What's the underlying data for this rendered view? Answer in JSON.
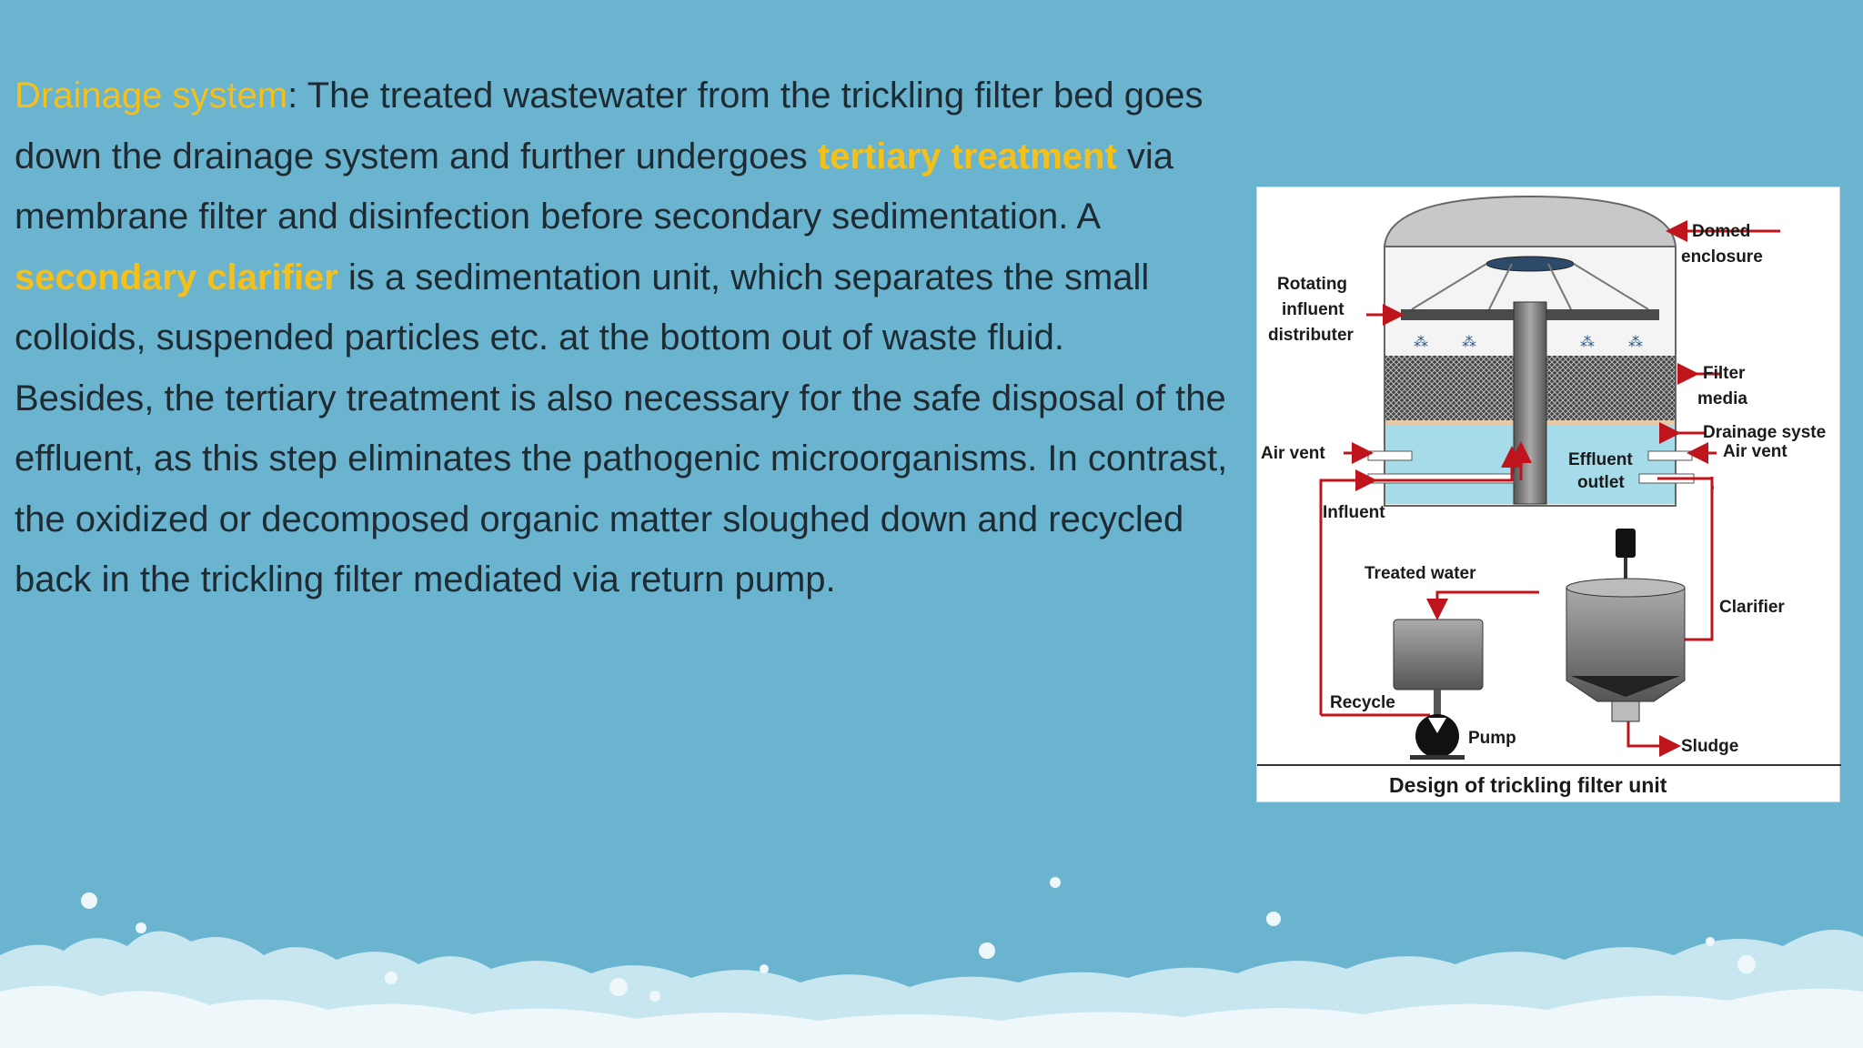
{
  "paragraph1": {
    "term1": "Drainage system",
    "t1": ": The treated wastewater from the trickling filter bed goes down the drainage system and further undergoes ",
    "term2": "tertiary treatment",
    "t2": " via membrane filter and disinfection before secondary sedimentation. A ",
    "term3": "secondary clarifier",
    "t3": " is a sedimentation unit, which separates the small colloids, suspended particles etc. at the bottom out of waste fluid."
  },
  "paragraph2": "Besides, the tertiary treatment is also necessary for the safe disposal of the effluent, as this step eliminates the pathogenic microorganisms. In contrast, the oxidized or decomposed organic matter sloughed down and recycled back in the trickling filter mediated via return pump.",
  "figure": {
    "caption": "Design of trickling filter unit",
    "labels": {
      "domed_1": "Domed",
      "domed_2": "enclosure",
      "rotating_1": "Rotating",
      "rotating_2": "influent",
      "rotating_3": "distributer",
      "filter_1": "Filter",
      "filter_2": "media",
      "drainage": "Drainage syste",
      "air_vent_left": "Air vent",
      "air_vent_right": "Air vent",
      "effluent_1": "Effluent",
      "effluent_2": "outlet",
      "influent": "Influent",
      "treated_water": "Treated water",
      "clarifier": "Clarifier",
      "recycle": "Recycle",
      "pump": "Pump",
      "sludge": "Sludge"
    }
  },
  "colors": {
    "background": "#6ab4cf",
    "highlight": "#f5c01a",
    "body_text": "#1f2b33",
    "arrow_red": "#c0141c"
  }
}
